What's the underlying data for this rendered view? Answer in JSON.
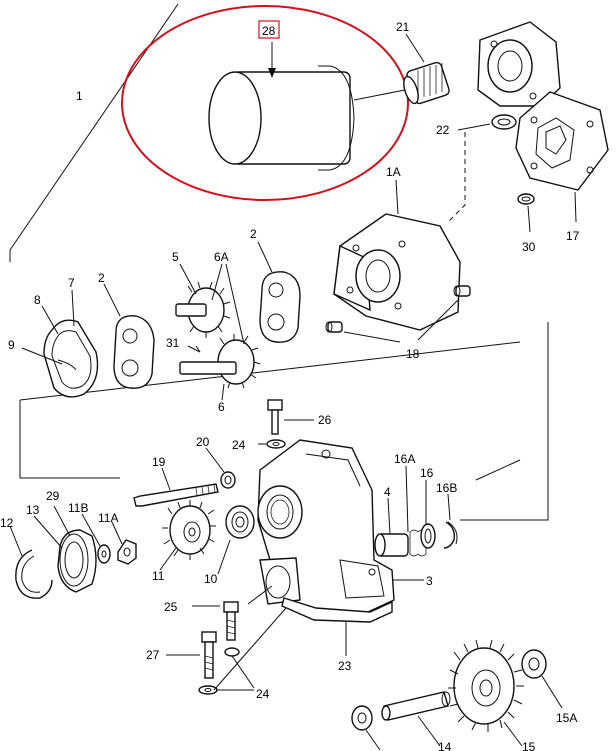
{
  "highlight": {
    "color": "#d0101a",
    "selected_part": "28"
  },
  "labels": {
    "p1": "1",
    "p1A": "1A",
    "p2a": "2",
    "p2b": "2",
    "p4": "4",
    "p5": "5",
    "p6": "6",
    "p6A": "6A",
    "p7": "7",
    "p8": "8",
    "p9": "9",
    "p10": "10",
    "p11": "11",
    "p11A": "11A",
    "p11B": "11B",
    "p12": "12",
    "p13": "13",
    "p14": "14",
    "p15": "15",
    "p15A": "15A",
    "p16": "16",
    "p16A": "16A",
    "p16B": "16B",
    "p17": "17",
    "p18": "18",
    "p19": "19",
    "p20": "20",
    "p21": "21",
    "p22": "22",
    "p23": "23",
    "p24a": "24",
    "p24b": "24",
    "p25": "25",
    "p26": "26",
    "p27": "27",
    "p28": "28",
    "p29": "29",
    "p3": "3",
    "p30": "30",
    "p31": "31"
  }
}
